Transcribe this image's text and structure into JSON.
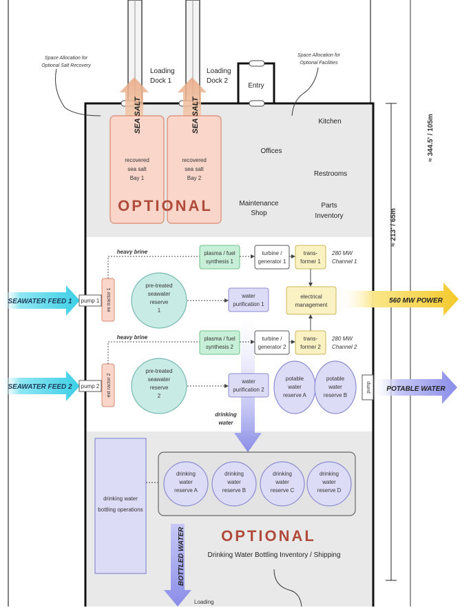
{
  "notes": {
    "salt_left": [
      "Space Allocation for",
      "Optional Salt Recovery"
    ],
    "salt_right": [
      "Space Allocation for",
      "Optional Facilities"
    ]
  },
  "docks": {
    "dock1": [
      "Loading",
      "Dock 1"
    ],
    "dock2": [
      "Loading",
      "Dock 2"
    ],
    "entry": "Entry",
    "sea_salt": "SEA SALT",
    "bottom_loading": "Loading"
  },
  "top_zone": {
    "bay1": [
      "recovered",
      "sea salt",
      "Bay 1"
    ],
    "bay2": [
      "recovered",
      "sea salt",
      "Bay 2"
    ],
    "optional": "OPTIONAL",
    "kitchen": "Kitchen",
    "offices": "Offices",
    "restrooms": "Restrooms",
    "maintenance": [
      "Maintenance",
      "Shop"
    ],
    "parts": [
      "Parts",
      "Inventory"
    ]
  },
  "dimensions": {
    "height_inner": "≈ 213' / 65m",
    "height_outer": "≈ 344.5' / 105m"
  },
  "flows": {
    "feed1": "SEAWATER FEED 1",
    "feed2": "SEAWATER FEED 2",
    "power": "560 MW POWER",
    "potable": "POTABLE WATER",
    "heavy_brine": "heavy brine",
    "drinking_water": [
      "drinking",
      "water"
    ],
    "bottled_water": "BOTTLED WATER"
  },
  "line1": {
    "pump": "pump 1",
    "extractor": "ex tractor 1",
    "reserve": [
      "pre-treated",
      "seawater",
      "reserve",
      "1"
    ],
    "plasma": [
      "plasma / fuel",
      "synthesis 1"
    ],
    "turbine": [
      "turbine /",
      "generator 1"
    ],
    "transformer": [
      "trans-",
      "former 1"
    ],
    "channel": [
      "280 MW",
      "Channel 1"
    ],
    "purification": [
      "water",
      "purification 1"
    ]
  },
  "line2": {
    "pump": "pump 2",
    "extractor": "ext ractor 2",
    "reserve": [
      "pre-treated",
      "seawater",
      "reserve",
      "2"
    ],
    "plasma": [
      "plasma / fuel",
      "synthesis 2"
    ],
    "turbine": [
      "turbine /",
      "generator 2"
    ],
    "transformer": [
      "trans-",
      "former 2"
    ],
    "channel": [
      "280 MW",
      "Channel 2"
    ],
    "purification": [
      "water",
      "purification 2"
    ]
  },
  "electrical": [
    "electrical",
    "management"
  ],
  "potable_a": [
    "potable",
    "water",
    "reserve A"
  ],
  "potable_b": [
    "potable",
    "water",
    "reserve B"
  ],
  "pump_out": "pump",
  "bottom_zone": {
    "bottling": [
      "drinking water",
      "bottling operations"
    ],
    "reserves": [
      [
        "drinking",
        "water",
        "reserve A"
      ],
      [
        "drinking",
        "water",
        "reserve B"
      ],
      [
        "drinking",
        "water",
        "reserve C"
      ],
      [
        "drinking",
        "water",
        "reserve D"
      ]
    ],
    "optional": "OPTIONAL",
    "caption": "Drinking Water Bottling Inventory / Shipping"
  },
  "colors": {
    "salt_fill": "#f9d6c9",
    "salt_stroke": "#d98870",
    "optional_text": "#b04a3a",
    "reserve_fill": "#c9ebe6",
    "reserve_stroke": "#74b8b0",
    "plasma_fill": "#c8f0d8",
    "plasma_stroke": "#6cbf88",
    "trans_fill": "#fbf2c4",
    "trans_stroke": "#c9b45a",
    "purple_fill": "#dcdcf7",
    "purple_stroke": "#8a8ad0",
    "feed_arrow": "#5ed6ea",
    "power_arrow": "#f5d24a",
    "potable_arrow": "#a3a6f0",
    "zone_gray": "#e9e9e9"
  }
}
